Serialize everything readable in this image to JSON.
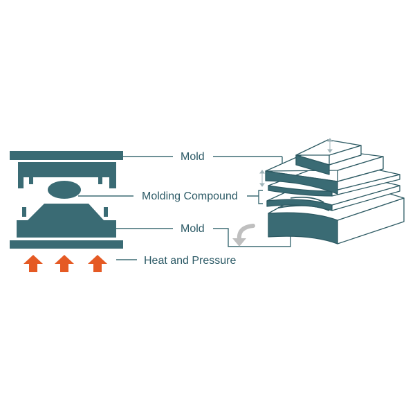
{
  "labels": {
    "mold_top": "Mold",
    "molding_compound": "Molding Compound",
    "mold_bottom": "Mold",
    "heat_and_pressure": "Heat and Pressure"
  },
  "colors": {
    "mold": "#3a6b74",
    "mold_dark": "#2d5a63",
    "line": "#3d6b74",
    "label": "#2c5a66",
    "arrow": "#e55a24",
    "curved_arrow": "#bfbfbf"
  },
  "icons": {
    "heat_arrow": "arrow-up-icon",
    "rotate_arrow": "curved-arrow-icon"
  }
}
